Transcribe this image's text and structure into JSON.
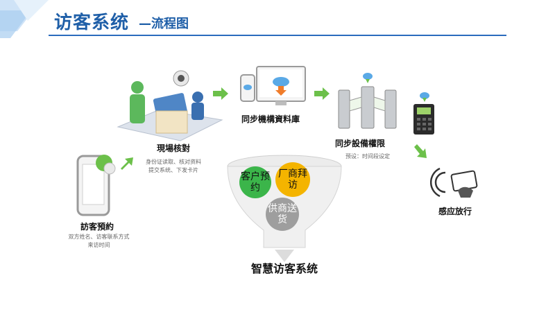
{
  "header": {
    "title_main": "访客系统",
    "title_sub": "—流程图"
  },
  "steps": {
    "booking": {
      "label": "訪客預約",
      "caption": [
        "双方姓名、访客联系方式",
        "来访时间"
      ]
    },
    "onsite": {
      "label": "現場核對",
      "caption": [
        "身份证读取、核对资料",
        "提交系统、下发卡片"
      ]
    },
    "sync_db": {
      "label": "同步機構資料庫"
    },
    "sync_device": {
      "label": "同步設備權限",
      "caption": "预设：时间段设定"
    },
    "release": {
      "label": "感应放行"
    }
  },
  "funnel": {
    "bubbles": [
      {
        "text": "客户预约",
        "color": "#3bb54a"
      },
      {
        "text": "厂商拜访",
        "color": "#f4b400"
      },
      {
        "text": "供商送货",
        "color": "#9e9e9e"
      }
    ],
    "caption": "智慧访客系统"
  },
  "colors": {
    "accent": "#1f5fa8",
    "arrow": "#6cc04a"
  }
}
